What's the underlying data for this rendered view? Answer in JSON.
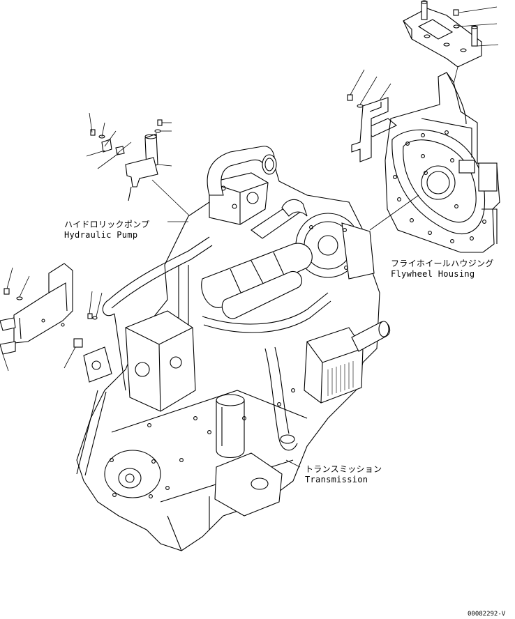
{
  "callouts": {
    "hydraulic_pump": {
      "jp": "ハイドロリックポンプ",
      "en": "Hydraulic Pump"
    },
    "flywheel_housing": {
      "jp": "フライホイールハウジング",
      "en": "Flywheel Housing"
    },
    "transmission": {
      "jp": "トランスミッション",
      "en": "Transmission"
    }
  },
  "drawing_code": "00082292-V",
  "parts": [
    "bolt-icon",
    "washer-icon",
    "bracket-icon",
    "pipe-clamp-icon",
    "flywheel-housing-icon",
    "transmission-icon",
    "hydraulic-pump-icon"
  ]
}
